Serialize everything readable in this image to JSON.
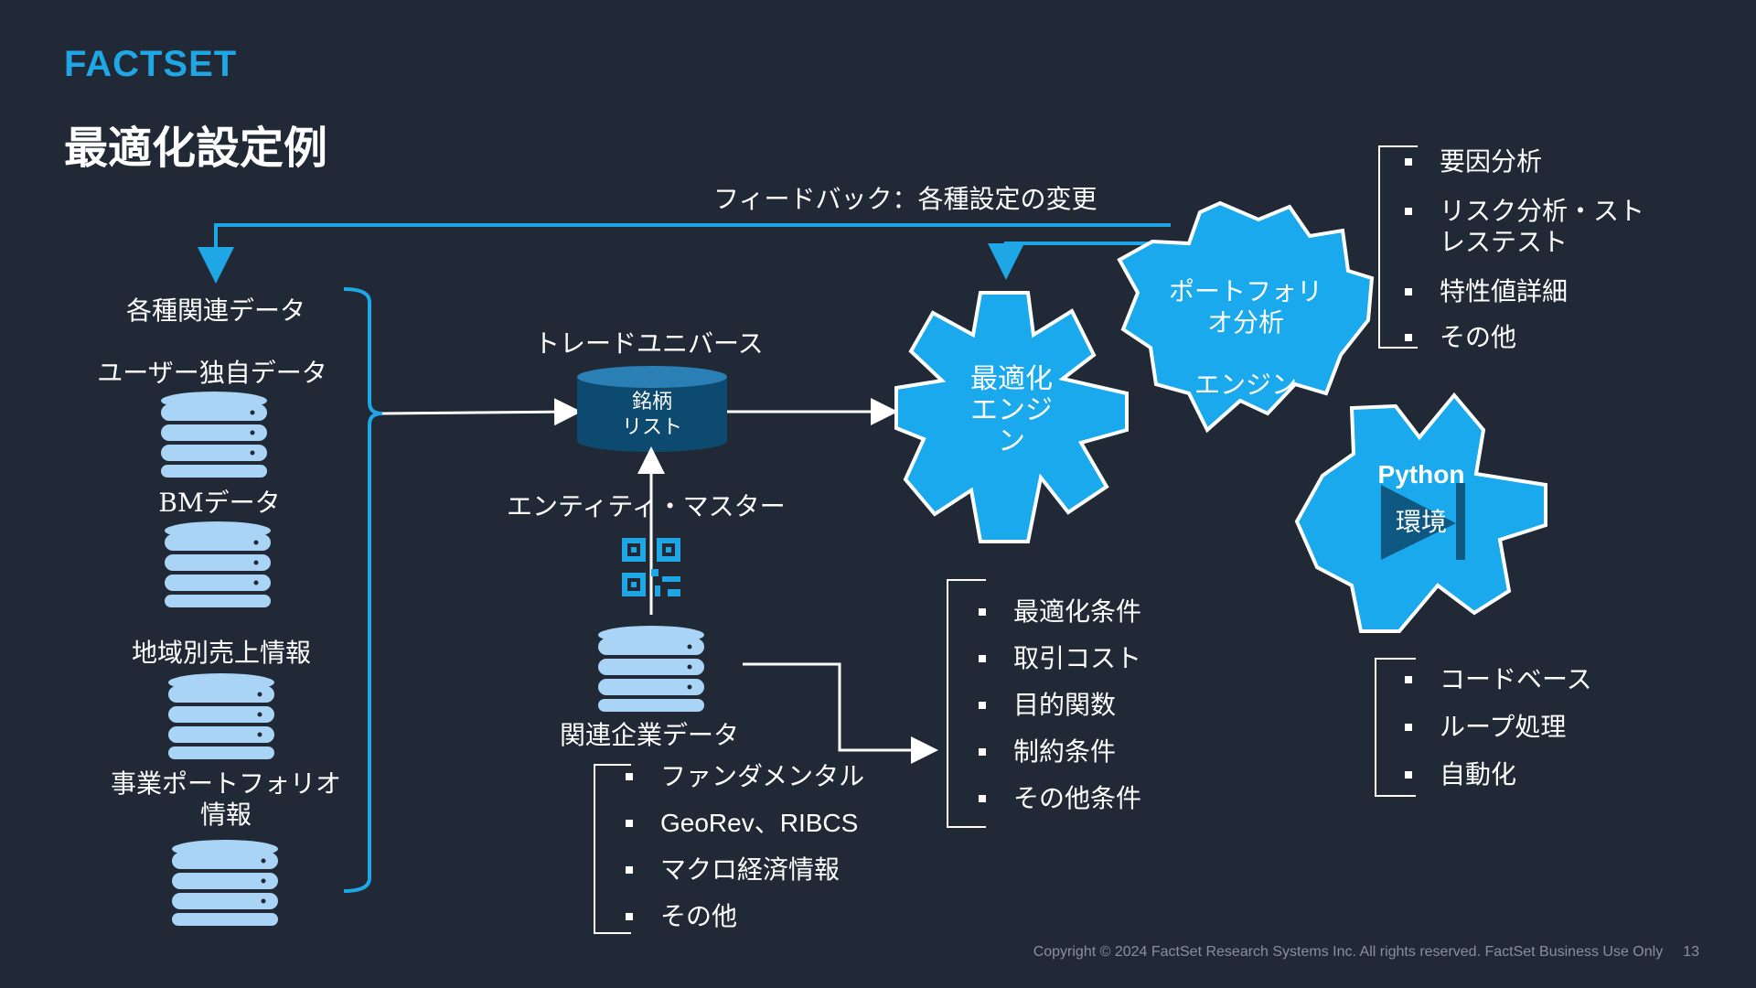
{
  "header": {
    "logo": "FACTSET",
    "title": "最適化設定例"
  },
  "feedback_label": "フィードバック：各種設定の変更",
  "left_column": {
    "heading": "各種関連データ",
    "items": [
      "ユーザー独自データ",
      "BMデータ",
      "地域別売上情報",
      "事業ポートフォリオ\n情報"
    ]
  },
  "trade_universe": {
    "label": "トレードユニバース",
    "cylinder_text": "銘柄\nリスト"
  },
  "entity_master_label": "エンティティ・マスター",
  "related_data": {
    "label": "関連企業データ",
    "bullets": [
      "ファンダメンタル",
      "GeoRev、RIBCS",
      "マクロ経済情報",
      "その他"
    ]
  },
  "optimizer_conditions": {
    "bullets": [
      "最適化条件",
      "取引コスト",
      "目的関数",
      "制約条件",
      "その他条件"
    ]
  },
  "gears": {
    "optimizer": "最適化\nエンジ\nン",
    "portfolio": "ポートフォリ\nオ分析\n\nエンジン",
    "python_title": "Python",
    "python_sub": "環境"
  },
  "portfolio_bullets": [
    "要因分析",
    "リスク分析・スト\nレステスト",
    "特性値詳細",
    "その他"
  ],
  "python_bullets": [
    "コードベース",
    "ループ処理",
    "自動化"
  ],
  "footer": {
    "copyright": "Copyright © 2024 FactSet Research Systems Inc. All rights reserved. FactSet Business Use Only",
    "page_number": "13"
  },
  "colors": {
    "background": "#212936",
    "accent_blue": "#1ea7e4",
    "gear_blue": "#19a9ec",
    "db_light": "#a9d4f5",
    "db_dark": "#0d4a70"
  }
}
